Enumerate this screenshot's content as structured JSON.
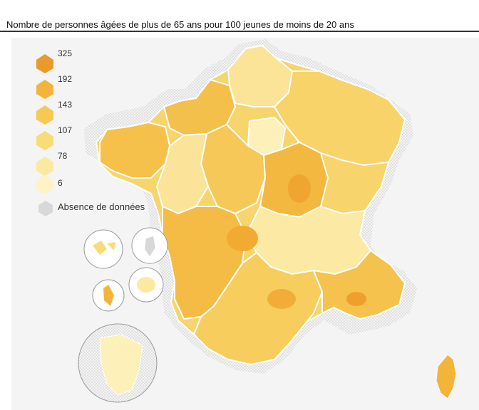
{
  "title": "Nombre de personnes âgées de plus de 65 ans pour 100 jeunes de moins de 20 ans",
  "legend": {
    "classes": [
      {
        "label": "325",
        "color": "#e99a2b"
      },
      {
        "label": "192",
        "color": "#f3b43b"
      },
      {
        "label": "143",
        "color": "#f6c955"
      },
      {
        "label": "107",
        "color": "#f9db78"
      },
      {
        "label": "78",
        "color": "#fbe99f"
      },
      {
        "label": "6",
        "color": "#fdf3c5"
      }
    ],
    "absence_label": "Absence de données",
    "absence_color": "#d8d8d8"
  },
  "colors": {
    "background_panel": "#f4f4f4",
    "border": "#ffffff"
  }
}
